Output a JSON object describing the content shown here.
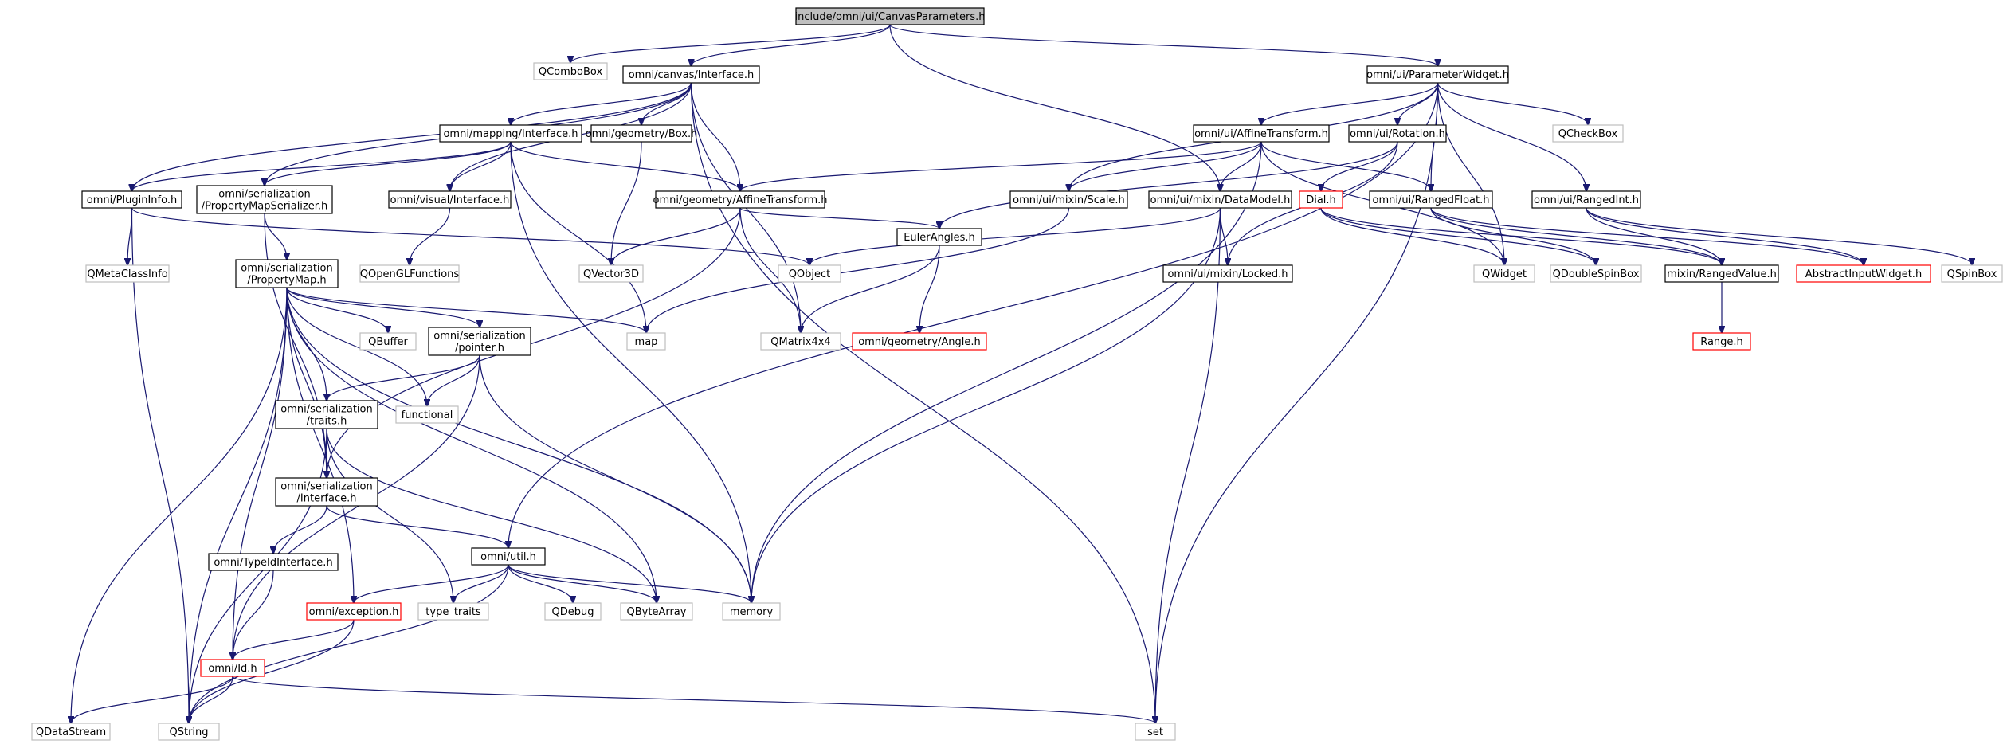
{
  "diagram": {
    "root": "include/omni/ui/CanvasParameters.h",
    "nodes": [
      {
        "id": "root",
        "lines": [
          "include/omni/ui/CanvasParameters.h"
        ],
        "style": "root"
      },
      {
        "id": "qcombobox",
        "lines": [
          "QComboBox"
        ],
        "style": "grey"
      },
      {
        "id": "canvas_if",
        "lines": [
          "omni/canvas/Interface.h"
        ],
        "style": "black"
      },
      {
        "id": "paramwidget",
        "lines": [
          "omni/ui/ParameterWidget.h"
        ],
        "style": "black"
      },
      {
        "id": "mapping_if",
        "lines": [
          "omni/mapping/Interface.h"
        ],
        "style": "black"
      },
      {
        "id": "box",
        "lines": [
          "omni/geometry/Box.h"
        ],
        "style": "black"
      },
      {
        "id": "affine_ui",
        "lines": [
          "omni/ui/AffineTransform.h"
        ],
        "style": "black"
      },
      {
        "id": "rotation",
        "lines": [
          "omni/ui/Rotation.h"
        ],
        "style": "black"
      },
      {
        "id": "qcheckbox",
        "lines": [
          "QCheckBox"
        ],
        "style": "grey"
      },
      {
        "id": "plugininfo",
        "lines": [
          "omni/PluginInfo.h"
        ],
        "style": "black"
      },
      {
        "id": "pmapser",
        "lines": [
          "omni/serialization",
          "/PropertyMapSerializer.h"
        ],
        "style": "black"
      },
      {
        "id": "visual_if",
        "lines": [
          "omni/visual/Interface.h"
        ],
        "style": "black"
      },
      {
        "id": "geo_affine",
        "lines": [
          "omni/geometry/AffineTransform.h"
        ],
        "style": "black"
      },
      {
        "id": "scale",
        "lines": [
          "omni/ui/mixin/Scale.h"
        ],
        "style": "black"
      },
      {
        "id": "datamodel",
        "lines": [
          "omni/ui/mixin/DataModel.h"
        ],
        "style": "black"
      },
      {
        "id": "dial",
        "lines": [
          "Dial.h"
        ],
        "style": "red"
      },
      {
        "id": "rangedfloat",
        "lines": [
          "omni/ui/RangedFloat.h"
        ],
        "style": "black"
      },
      {
        "id": "rangedint",
        "lines": [
          "omni/ui/RangedInt.h"
        ],
        "style": "black"
      },
      {
        "id": "qmetaclassinfo",
        "lines": [
          "QMetaClassInfo"
        ],
        "style": "grey"
      },
      {
        "id": "qopengl",
        "lines": [
          "QOpenGLFunctions"
        ],
        "style": "grey"
      },
      {
        "id": "propmap",
        "lines": [
          "omni/serialization",
          "/PropertyMap.h"
        ],
        "style": "black"
      },
      {
        "id": "qvector3d",
        "lines": [
          "QVector3D"
        ],
        "style": "grey"
      },
      {
        "id": "qobject",
        "lines": [
          "QObject"
        ],
        "style": "grey"
      },
      {
        "id": "euler",
        "lines": [
          "EulerAngles.h"
        ],
        "style": "black"
      },
      {
        "id": "locked",
        "lines": [
          "omni/ui/mixin/Locked.h"
        ],
        "style": "black"
      },
      {
        "id": "qwidget",
        "lines": [
          "QWidget"
        ],
        "style": "grey"
      },
      {
        "id": "qdoublespinbox",
        "lines": [
          "QDoubleSpinBox"
        ],
        "style": "grey"
      },
      {
        "id": "rangedvalue",
        "lines": [
          "mixin/RangedValue.h"
        ],
        "style": "black"
      },
      {
        "id": "abstractinput",
        "lines": [
          "AbstractInputWidget.h"
        ],
        "style": "red"
      },
      {
        "id": "qspinbox",
        "lines": [
          "QSpinBox"
        ],
        "style": "grey"
      },
      {
        "id": "qbuffer",
        "lines": [
          "QBuffer"
        ],
        "style": "grey"
      },
      {
        "id": "pointer",
        "lines": [
          "omni/serialization",
          "/pointer.h"
        ],
        "style": "black"
      },
      {
        "id": "map",
        "lines": [
          "map"
        ],
        "style": "grey"
      },
      {
        "id": "qmatrix",
        "lines": [
          "QMatrix4x4"
        ],
        "style": "grey"
      },
      {
        "id": "angle",
        "lines": [
          "omni/geometry/Angle.h"
        ],
        "style": "red"
      },
      {
        "id": "range",
        "lines": [
          "Range.h"
        ],
        "style": "red"
      },
      {
        "id": "traits",
        "lines": [
          "omni/serialization",
          "/traits.h"
        ],
        "style": "black"
      },
      {
        "id": "functional",
        "lines": [
          "functional"
        ],
        "style": "grey"
      },
      {
        "id": "ser_if",
        "lines": [
          "omni/serialization",
          "/Interface.h"
        ],
        "style": "black"
      },
      {
        "id": "typeid",
        "lines": [
          "omni/TypeIdInterface.h"
        ],
        "style": "black"
      },
      {
        "id": "util",
        "lines": [
          "omni/util.h"
        ],
        "style": "black"
      },
      {
        "id": "exception",
        "lines": [
          "omni/exception.h"
        ],
        "style": "red"
      },
      {
        "id": "type_traits",
        "lines": [
          "type_traits"
        ],
        "style": "grey"
      },
      {
        "id": "qdebug",
        "lines": [
          "QDebug"
        ],
        "style": "grey"
      },
      {
        "id": "qbytearray",
        "lines": [
          "QByteArray"
        ],
        "style": "grey"
      },
      {
        "id": "memory",
        "lines": [
          "memory"
        ],
        "style": "grey"
      },
      {
        "id": "omni_id",
        "lines": [
          "omni/Id.h"
        ],
        "style": "red"
      },
      {
        "id": "qdatastream",
        "lines": [
          "QDataStream"
        ],
        "style": "grey"
      },
      {
        "id": "qstring",
        "lines": [
          "QString"
        ],
        "style": "grey"
      },
      {
        "id": "set",
        "lines": [
          "set"
        ],
        "style": "grey"
      }
    ],
    "edges": [
      [
        "root",
        "qcombobox"
      ],
      [
        "root",
        "canvas_if"
      ],
      [
        "root",
        "paramwidget"
      ],
      [
        "root",
        "datamodel"
      ],
      [
        "canvas_if",
        "mapping_if"
      ],
      [
        "canvas_if",
        "box"
      ],
      [
        "canvas_if",
        "plugininfo"
      ],
      [
        "canvas_if",
        "pmapser"
      ],
      [
        "canvas_if",
        "visual_if"
      ],
      [
        "canvas_if",
        "geo_affine"
      ],
      [
        "canvas_if",
        "qmatrix"
      ],
      [
        "canvas_if",
        "set"
      ],
      [
        "paramwidget",
        "affine_ui"
      ],
      [
        "paramwidget",
        "rotation"
      ],
      [
        "paramwidget",
        "qcheckbox"
      ],
      [
        "paramwidget",
        "scale"
      ],
      [
        "paramwidget",
        "rangedfloat"
      ],
      [
        "paramwidget",
        "rangedint"
      ],
      [
        "paramwidget",
        "qwidget"
      ],
      [
        "paramwidget",
        "util"
      ],
      [
        "paramwidget",
        "set"
      ],
      [
        "mapping_if",
        "plugininfo"
      ],
      [
        "mapping_if",
        "pmapser"
      ],
      [
        "mapping_if",
        "visual_if"
      ],
      [
        "mapping_if",
        "geo_affine"
      ],
      [
        "mapping_if",
        "map"
      ],
      [
        "mapping_if",
        "memory"
      ],
      [
        "box",
        "qvector3d"
      ],
      [
        "affine_ui",
        "geo_affine"
      ],
      [
        "affine_ui",
        "scale"
      ],
      [
        "affine_ui",
        "datamodel"
      ],
      [
        "affine_ui",
        "rangedfloat"
      ],
      [
        "affine_ui",
        "qwidget"
      ],
      [
        "affine_ui",
        "memory"
      ],
      [
        "rotation",
        "dial"
      ],
      [
        "rotation",
        "euler"
      ],
      [
        "rotation",
        "locked"
      ],
      [
        "plugininfo",
        "qmetaclassinfo"
      ],
      [
        "plugininfo",
        "qobject"
      ],
      [
        "plugininfo",
        "qstring"
      ],
      [
        "pmapser",
        "propmap"
      ],
      [
        "pmapser",
        "ser_if"
      ],
      [
        "visual_if",
        "qopengl"
      ],
      [
        "geo_affine",
        "qvector3d"
      ],
      [
        "geo_affine",
        "euler"
      ],
      [
        "geo_affine",
        "qmatrix"
      ],
      [
        "geo_affine",
        "ser_if"
      ],
      [
        "scale",
        "map"
      ],
      [
        "datamodel",
        "qobject"
      ],
      [
        "datamodel",
        "locked"
      ],
      [
        "datamodel",
        "memory"
      ],
      [
        "datamodel",
        "set"
      ],
      [
        "dial",
        "qwidget"
      ],
      [
        "dial",
        "qdoublespinbox"
      ],
      [
        "dial",
        "rangedvalue"
      ],
      [
        "rangedfloat",
        "qdoublespinbox"
      ],
      [
        "rangedfloat",
        "rangedvalue"
      ],
      [
        "rangedfloat",
        "abstractinput"
      ],
      [
        "rangedint",
        "rangedvalue"
      ],
      [
        "rangedint",
        "abstractinput"
      ],
      [
        "rangedint",
        "qspinbox"
      ],
      [
        "propmap",
        "qbuffer"
      ],
      [
        "propmap",
        "pointer"
      ],
      [
        "propmap",
        "map"
      ],
      [
        "propmap",
        "functional"
      ],
      [
        "propmap",
        "traits"
      ],
      [
        "propmap",
        "ser_if"
      ],
      [
        "propmap",
        "qbytearray"
      ],
      [
        "propmap",
        "memory"
      ],
      [
        "propmap",
        "exception"
      ],
      [
        "propmap",
        "omni_id"
      ],
      [
        "propmap",
        "qdatastream"
      ],
      [
        "propmap",
        "qstring"
      ],
      [
        "euler",
        "qmatrix"
      ],
      [
        "euler",
        "angle"
      ],
      [
        "rangedvalue",
        "range"
      ],
      [
        "pointer",
        "traits"
      ],
      [
        "pointer",
        "functional"
      ],
      [
        "pointer",
        "memory"
      ],
      [
        "pointer",
        "omni_id"
      ],
      [
        "traits",
        "ser_if"
      ],
      [
        "traits",
        "type_traits"
      ],
      [
        "traits",
        "qbytearray"
      ],
      [
        "traits",
        "qstring"
      ],
      [
        "ser_if",
        "typeid"
      ],
      [
        "ser_if",
        "util"
      ],
      [
        "typeid",
        "omni_id"
      ],
      [
        "util",
        "exception"
      ],
      [
        "util",
        "type_traits"
      ],
      [
        "util",
        "qdebug"
      ],
      [
        "util",
        "qbytearray"
      ],
      [
        "util",
        "memory"
      ],
      [
        "util",
        "qstring"
      ],
      [
        "exception",
        "omni_id"
      ],
      [
        "exception",
        "qstring"
      ],
      [
        "omni_id",
        "qdatastream"
      ],
      [
        "omni_id",
        "qstring"
      ],
      [
        "omni_id",
        "set"
      ]
    ]
  }
}
